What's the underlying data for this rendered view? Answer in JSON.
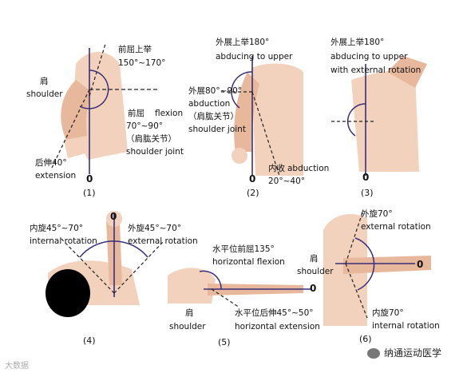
{
  "colors": {
    "skin": "#f3d2bd",
    "skin_shadow": "#e8b89c",
    "line": "#3a2e7a",
    "dashed": "#222222",
    "hair": "#000000"
  },
  "fig1": {
    "label_shoulder_cn": "肩",
    "label_shoulder_en": "shoulder",
    "flex_up_cn": "前屈上举",
    "flex_up_range": "150°~170°",
    "flexion_cn": "前屈",
    "flexion_en": "flexion",
    "flexion_range": "70°~90°",
    "joint_cn": "（肩肱关节）",
    "joint_en": "shoulder joint",
    "ext_cn": "后伸40°",
    "ext_en": "extension",
    "zero": "0",
    "num": "(1)"
  },
  "fig2": {
    "abd_up_cn": "外展上举180°",
    "abd_up_en": "abducing to upper",
    "abd_cn": "外展80°~90°",
    "abd_en": "abduction",
    "joint_cn": "（肩肱关节）",
    "joint_en": "shoulder joint",
    "add_cn": "内收",
    "add_en": "abduction",
    "add_range": "20°~40°",
    "zero": "0",
    "num": "(2)"
  },
  "fig3": {
    "abd_up_cn": "外展上举180°",
    "abd_up_en": "abducing to upper",
    "ext_rot_en": "with external rotation",
    "zero": "0",
    "num": "(3)"
  },
  "fig4": {
    "int_cn": "内旋45°~70°",
    "int_en": "internal rotation",
    "ext_cn": "外旋45°~70°",
    "ext_en": "external rotation",
    "zero": "0",
    "num": "(4)"
  },
  "fig5": {
    "hflex_cn": "水平位前屈135°",
    "hflex_en": "horizontal flexion",
    "shoulder_cn": "肩",
    "shoulder_en": "shoulder",
    "hext_cn": "水平位后伸45°~50°",
    "hext_en": "horizontal extension",
    "zero": "0",
    "num": "(5)"
  },
  "fig6": {
    "ext_cn": "外旋70°",
    "ext_en": "external rotation",
    "shoulder_cn": "肩",
    "shoulder_en": "shoulder",
    "int_cn": "内旋70°",
    "int_en": "internal rotation",
    "zero": "0",
    "num": "(6)"
  },
  "watermark_left": "大数据",
  "watermark_right": "纳通运动医学"
}
